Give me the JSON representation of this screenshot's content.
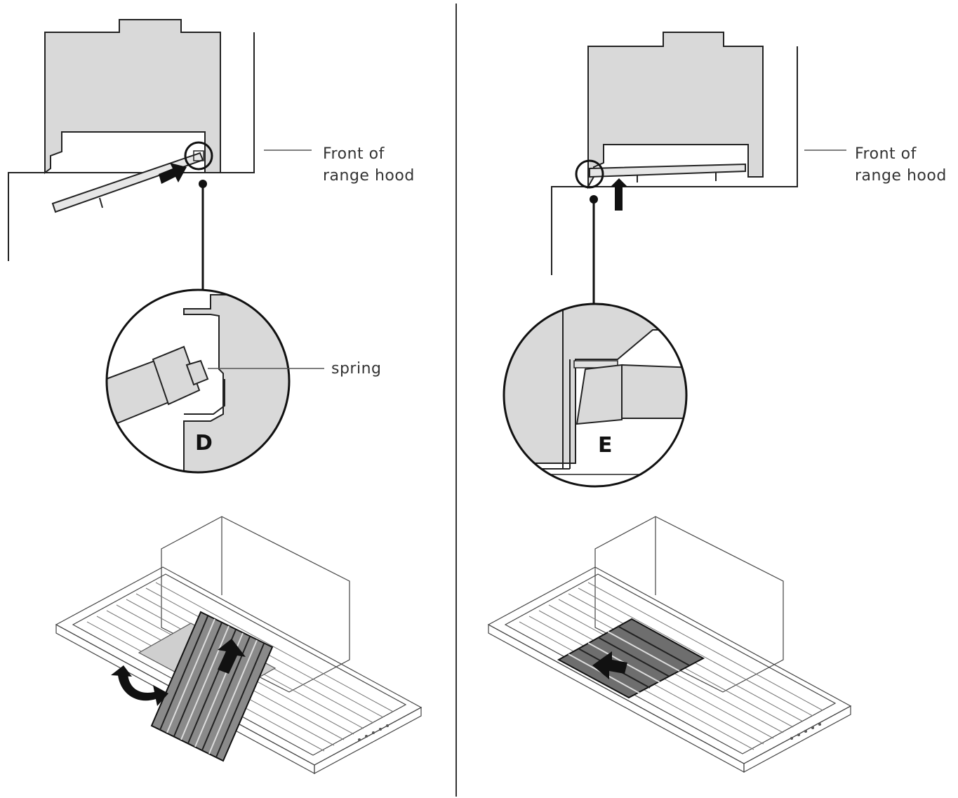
{
  "left_panel": {
    "label_front": [
      "Front of",
      "range hood"
    ],
    "label_spring": "spring",
    "detail_letter": "D"
  },
  "right_panel": {
    "label_front": [
      "Front of",
      "range hood"
    ],
    "detail_letter": "E"
  },
  "colors": {
    "hood_fill": "#d9d9d9",
    "line": "#222222",
    "arrow": "#111111",
    "label_text": "#333333"
  }
}
